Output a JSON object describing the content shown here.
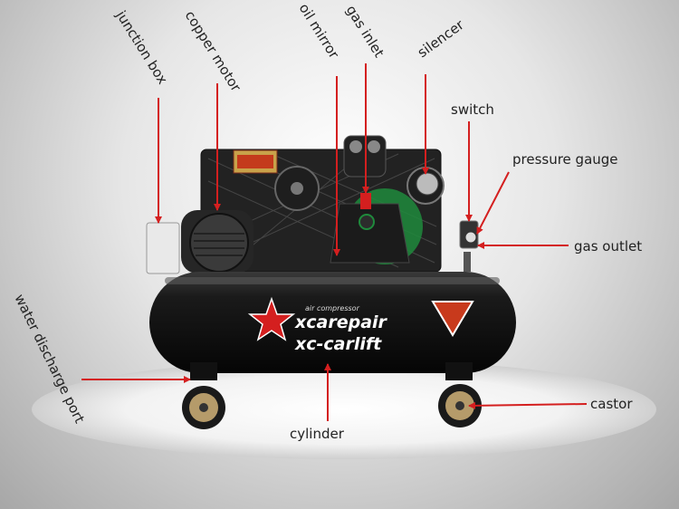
{
  "labels": {
    "junction_box": "junction box",
    "copper_motor": "copper motor",
    "oil_mirror": "oil mirror",
    "gas_inlet": "gas inlet",
    "silencer": "silencer",
    "switch": "switch",
    "pressure_gauge": "pressure gauge",
    "gas_outlet": "gas outlet",
    "water_discharge_port": "water discharge port",
    "cylinder": "cylinder",
    "castor": "castor"
  },
  "brand": {
    "small_text": "air compressor",
    "name1": "xcarepair",
    "name2": "xc-carlift"
  },
  "colors": {
    "arrow": "#d41f1f",
    "tank": "#151515",
    "accent_green": "#1f8a3c",
    "label_text": "#222222"
  }
}
